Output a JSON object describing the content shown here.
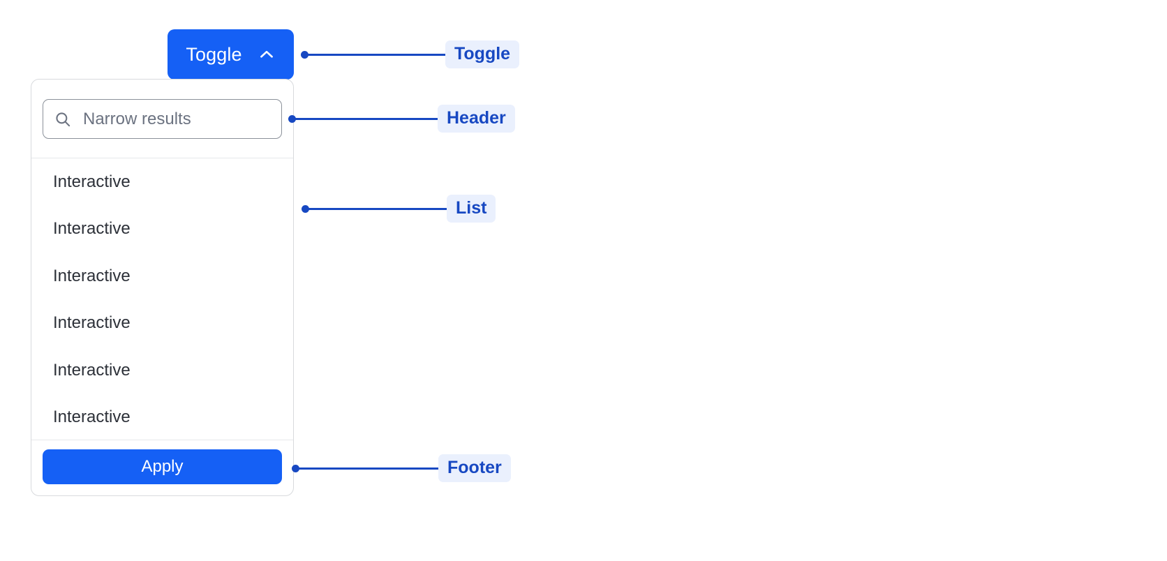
{
  "toggle": {
    "label": "Toggle",
    "icon": "chevron-up-icon",
    "expanded": true,
    "background_color": "#1560f5",
    "text_color": "#ffffff"
  },
  "dropdown": {
    "header": {
      "search": {
        "icon": "search-icon",
        "placeholder": "Narrow results",
        "value": ""
      }
    },
    "list": {
      "items": [
        {
          "label": "Interactive"
        },
        {
          "label": "Interactive"
        },
        {
          "label": "Interactive"
        },
        {
          "label": "Interactive"
        },
        {
          "label": "Interactive"
        },
        {
          "label": "Interactive"
        }
      ]
    },
    "footer": {
      "apply_label": "Apply",
      "apply_background_color": "#1560f5"
    }
  },
  "annotations": {
    "accent_color": "#1748c2",
    "pill_background_color": "#eaf0fd",
    "items": [
      {
        "label": "Toggle"
      },
      {
        "label": "Header"
      },
      {
        "label": "List"
      },
      {
        "label": "Footer"
      }
    ]
  }
}
